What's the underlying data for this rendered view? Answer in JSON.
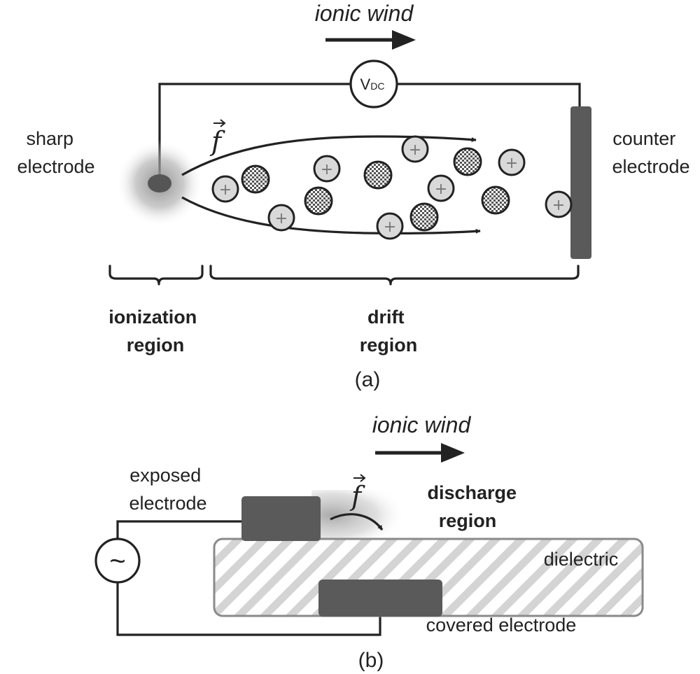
{
  "panel_a": {
    "ionic_wind_label": "ionic wind",
    "voltage_main": "V",
    "voltage_sub": "DC",
    "sharp_electrode_label": [
      "sharp",
      "electrode"
    ],
    "counter_electrode_label": [
      "counter",
      "electrode"
    ],
    "force_symbol": "f",
    "ion_sign": "+",
    "ionization_region_label": [
      "ionization",
      "region"
    ],
    "drift_region_label": [
      "drift",
      "region"
    ],
    "caption": "(a)"
  },
  "panel_b": {
    "ionic_wind_label": "ionic wind",
    "exposed_electrode_label": [
      "exposed",
      "electrode"
    ],
    "force_symbol": "f",
    "discharge_region_label": [
      "discharge",
      "region"
    ],
    "ac_source_symbol": "~",
    "dielectric_label": "dielectric",
    "covered_electrode_label": "covered electrode",
    "caption": "(b)"
  },
  "colors": {
    "line": "#222222",
    "electrode": "#5a5a5a",
    "ion_fill": "#d9d9d9",
    "glow": "#9a9a9a",
    "hatch": "#d4d4d4",
    "plus": "#777777"
  }
}
